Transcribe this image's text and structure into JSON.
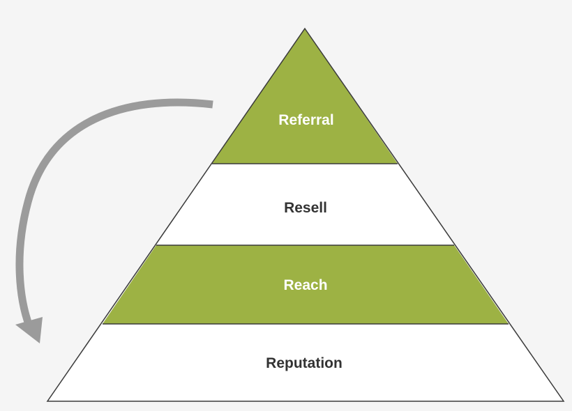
{
  "diagram": {
    "colors": {
      "background": "#f5f5f5",
      "green_fill": "#9db244",
      "white_fill": "#ffffff",
      "outline": "#3a3a3a",
      "green_text": "#ffffff",
      "white_text": "#333333",
      "arrow": "#9b9b9b"
    },
    "tiers": [
      {
        "label": "Referral",
        "style": "green"
      },
      {
        "label": "Resell",
        "style": "white"
      },
      {
        "label": "Reach",
        "style": "green"
      },
      {
        "label": "Reputation",
        "style": "white"
      }
    ],
    "arrow": {
      "direction": "curved-down-left"
    }
  }
}
